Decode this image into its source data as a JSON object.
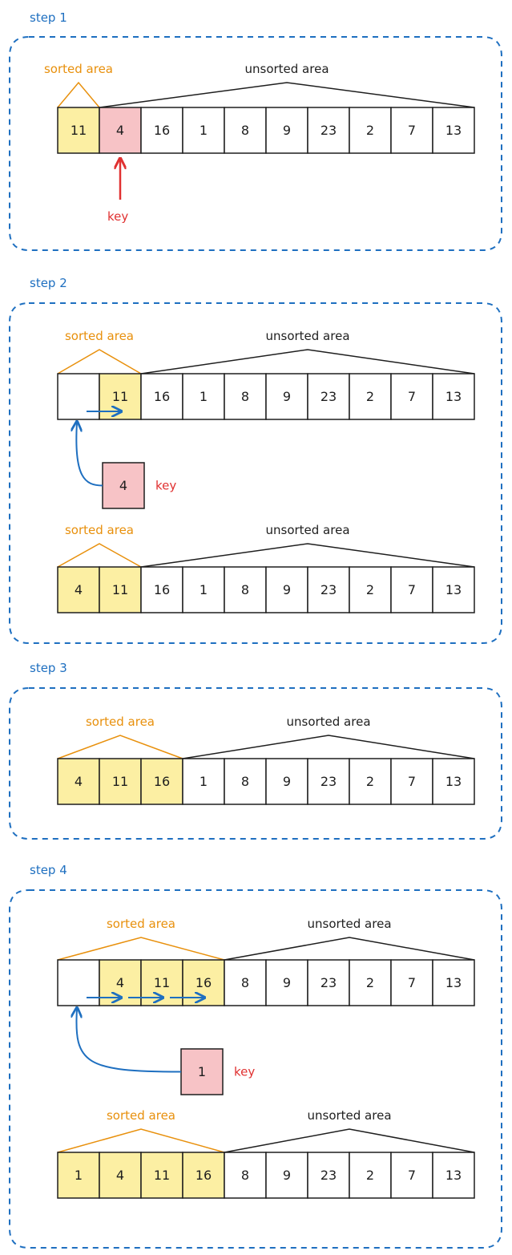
{
  "colors": {
    "frame": "#1e6fc0",
    "sorted_label": "#e8900c",
    "sorted_fill": "#fcefa3",
    "key_fill": "#f7c3c6",
    "key_label": "#e03131",
    "arrow_blue": "#1e6fc0",
    "cell_stroke": "#1e1e1e"
  },
  "labels": {
    "sorted": "sorted area",
    "unsorted": "unsorted area",
    "key": "key"
  },
  "steps": [
    {
      "title": "step 1",
      "arrays": [
        {
          "cells": [
            "11",
            "4",
            "16",
            "1",
            "8",
            "9",
            "23",
            "2",
            "7",
            "13"
          ],
          "states": [
            "sorted",
            "key",
            "plain",
            "plain",
            "plain",
            "plain",
            "plain",
            "plain",
            "plain",
            "plain"
          ],
          "sorted_count": 1
        }
      ],
      "key_marker": {
        "type": "arrow-up",
        "cell_index": 1
      }
    },
    {
      "title": "step 2",
      "arrays": [
        {
          "cells": [
            "",
            "11",
            "16",
            "1",
            "8",
            "9",
            "23",
            "2",
            "7",
            "13"
          ],
          "states": [
            "plain",
            "sorted",
            "plain",
            "plain",
            "plain",
            "plain",
            "plain",
            "plain",
            "plain",
            "plain"
          ],
          "sorted_count": 2,
          "shift_arrows": [
            [
              0,
              1
            ]
          ]
        },
        {
          "cells": [
            "4",
            "11",
            "16",
            "1",
            "8",
            "9",
            "23",
            "2",
            "7",
            "13"
          ],
          "states": [
            "sorted",
            "sorted",
            "plain",
            "plain",
            "plain",
            "plain",
            "plain",
            "plain",
            "plain",
            "plain"
          ],
          "sorted_count": 2
        }
      ],
      "key_box": {
        "value": "4",
        "target_index": 0
      }
    },
    {
      "title": "step 3",
      "arrays": [
        {
          "cells": [
            "4",
            "11",
            "16",
            "1",
            "8",
            "9",
            "23",
            "2",
            "7",
            "13"
          ],
          "states": [
            "sorted",
            "sorted",
            "sorted",
            "plain",
            "plain",
            "plain",
            "plain",
            "plain",
            "plain",
            "plain"
          ],
          "sorted_count": 3
        }
      ]
    },
    {
      "title": "step 4",
      "arrays": [
        {
          "cells": [
            "",
            "4",
            "11",
            "16",
            "8",
            "9",
            "23",
            "2",
            "7",
            "13"
          ],
          "states": [
            "plain",
            "sorted",
            "sorted",
            "sorted",
            "plain",
            "plain",
            "plain",
            "plain",
            "plain",
            "plain"
          ],
          "sorted_count": 4,
          "shift_arrows": [
            [
              0,
              1
            ],
            [
              1,
              2
            ],
            [
              2,
              3
            ]
          ]
        },
        {
          "cells": [
            "1",
            "4",
            "11",
            "16",
            "8",
            "9",
            "23",
            "2",
            "7",
            "13"
          ],
          "states": [
            "sorted",
            "sorted",
            "sorted",
            "sorted",
            "plain",
            "plain",
            "plain",
            "plain",
            "plain",
            "plain"
          ],
          "sorted_count": 4
        }
      ],
      "key_box": {
        "value": "1",
        "target_index": 0
      }
    }
  ]
}
